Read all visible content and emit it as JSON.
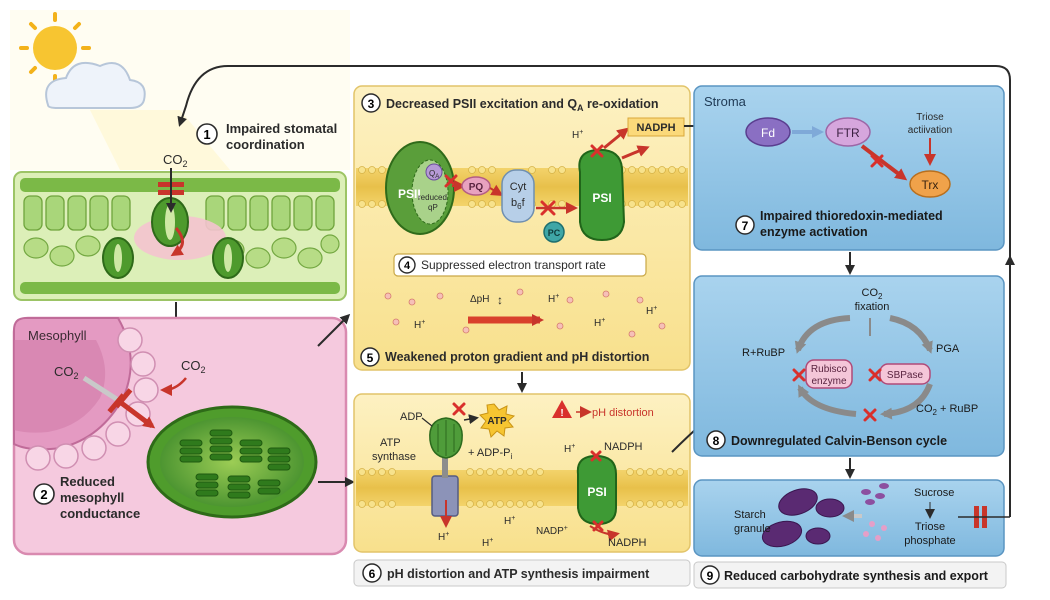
{
  "step1": {
    "num": "1",
    "title_l1": "Impaired stomatal",
    "title_l2": "coordination"
  },
  "step2": {
    "num": "2",
    "title_l1": "Reduced",
    "title_l2": "mesophyll",
    "title_l3": "conductance"
  },
  "step3": {
    "num": "3",
    "title": "Decreased PSII excitation and Q",
    "title_sub": "A",
    "title_tail": " re-oxidation"
  },
  "step4": {
    "num": "4",
    "title": "Suppressed electron transport rate"
  },
  "step5": {
    "num": "5",
    "title": "Weakened proton gradient and pH distortion"
  },
  "step6": {
    "num": "6",
    "title": "pH distortion and ATP synthesis impairment"
  },
  "step7": {
    "num": "7",
    "title_l1": "Impaired thioredoxin-mediated",
    "title_l2": "enzyme activation"
  },
  "step8": {
    "num": "8",
    "title": "Downregulated Calvin-Benson cycle"
  },
  "step9": {
    "num": "9",
    "title": "Reduced carbohydrate synthesis and export"
  },
  "labels": {
    "co2": "CO",
    "two": "2",
    "mesophyll": "Mesophyll",
    "psii": "PSII",
    "qa": "Q",
    "qa_sub": "A",
    "reduced": "reduced",
    "qp": "qP",
    "pq": "PQ",
    "cyt": "Cyt",
    "b6f": "b",
    "b6f_sub": "6",
    "b6f_tail": "f",
    "pc": "PC",
    "psi": "PSI",
    "hplus": "H",
    "plus": "+",
    "nadph": "NADPH",
    "delta_ph": "ΔpH",
    "adp": "ADP",
    "atp": "ATP",
    "atp_synthase_l1": "ATP",
    "atp_synthase_l2": "synthase",
    "adp_pi": "+ ADP-P",
    "adp_pi_sub": "i",
    "ph_distortion": "pH distortion",
    "nadp": "NADP",
    "stroma": "Stroma",
    "fd": "Fd",
    "ftr": "FTR",
    "triose_act_l1": "Triose",
    "triose_act_l2": "actiivation",
    "trx": "Trx",
    "co2_fixation": "fixation",
    "pga": "PGA",
    "r_rubp": "R+RuBP",
    "rubisco_l1": "Rubisco",
    "rubisco_l2": "enzyme",
    "sbpase": "SBPase",
    "co2_rubp_tail": " + RuBP",
    "starch_l1": "Starch",
    "starch_l2": "granule",
    "sucrose": "Sucrose",
    "triose_l1": "Triose",
    "triose_l2": "phosphate"
  },
  "colors": {
    "yellow_panel": "#fbe9a6",
    "blue_panel": "#8fc3e3",
    "pink_panel": "#f4c6dc",
    "leaf_green": "#cfe6a9",
    "inhibit_red": "#d9302c",
    "flow_arrow": "#2b2b2b"
  }
}
